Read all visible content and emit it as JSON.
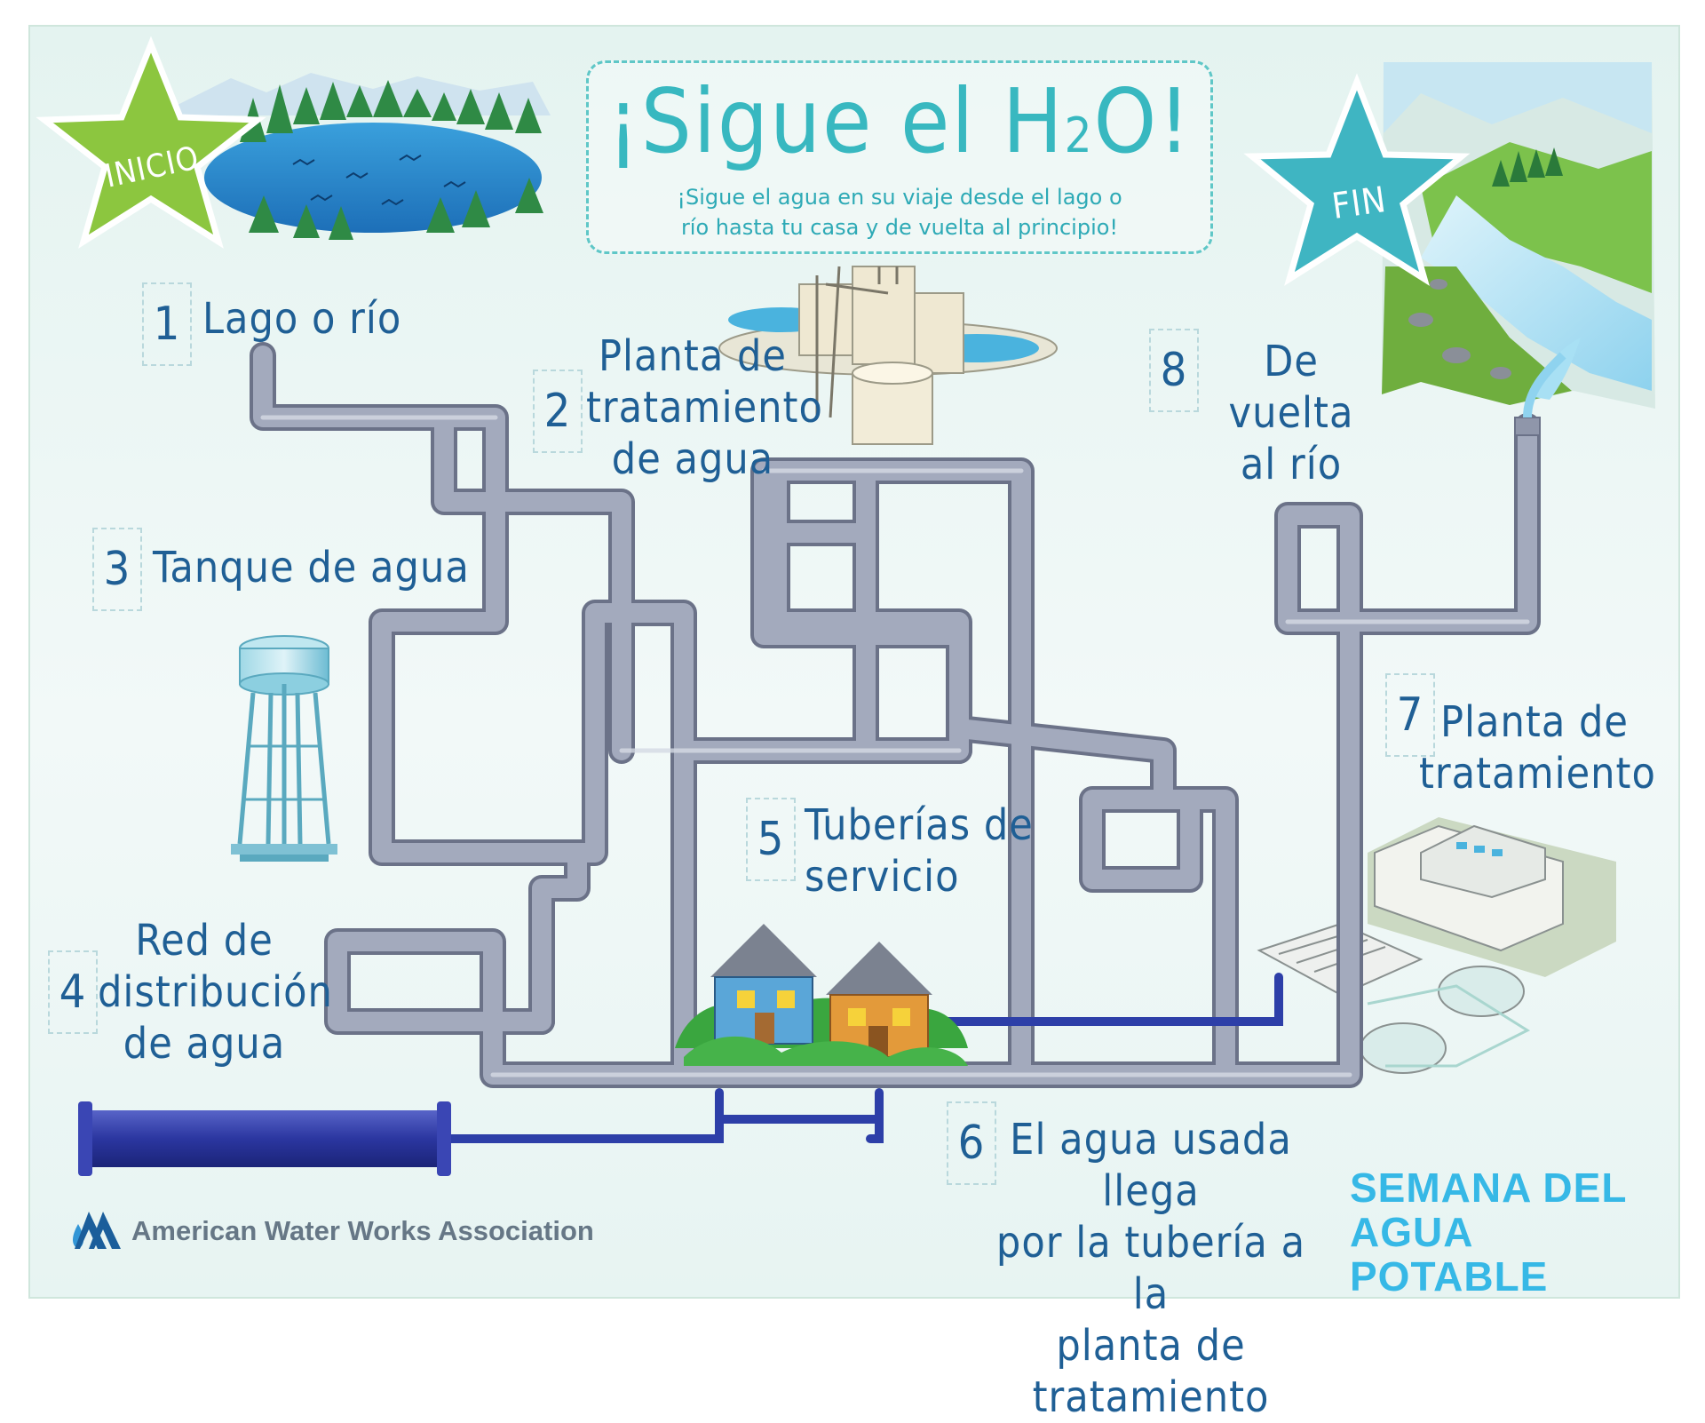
{
  "title": "¡Sigue el H2O!",
  "title_parts": {
    "main": "¡Sigue el H",
    "sub": "2",
    "tail": "O!"
  },
  "subtitle_line1": "¡Sigue el agua en su viaje desde el lago o",
  "subtitle_line2": "río hasta tu casa y de vuelta al principio!",
  "start_label": "INICIO",
  "end_label": "FIN",
  "steps": [
    {
      "num": "1",
      "lines": [
        "Lago o río"
      ]
    },
    {
      "num": "2",
      "lines": [
        "Planta de",
        "tratamiento",
        "de agua"
      ]
    },
    {
      "num": "3",
      "lines": [
        "Tanque de agua"
      ]
    },
    {
      "num": "4",
      "lines": [
        "Red de",
        "distribución",
        "de agua"
      ]
    },
    {
      "num": "5",
      "lines": [
        "Tuberías de",
        "servicio"
      ]
    },
    {
      "num": "6",
      "lines": [
        "El agua usada llega",
        "por la tubería a la",
        "planta de tratamiento"
      ]
    },
    {
      "num": "7",
      "lines": [
        "Planta de",
        "tratamiento"
      ]
    },
    {
      "num": "8",
      "lines": [
        "De vuelta",
        "al río"
      ]
    }
  ],
  "brand_line1": "SEMANA DEL",
  "brand_line2": "AGUA POTABLE",
  "organization": "American Water Works Association",
  "colors": {
    "pipe": "#8f96aa",
    "pipe_dark": "#6b7288",
    "blue_pipe": "#2d3fa8",
    "title": "#38b8c0",
    "label": "#1f5f95",
    "start_star": "#8cc63f",
    "end_star": "#3fb5c2",
    "brand": "#36b8e6"
  }
}
